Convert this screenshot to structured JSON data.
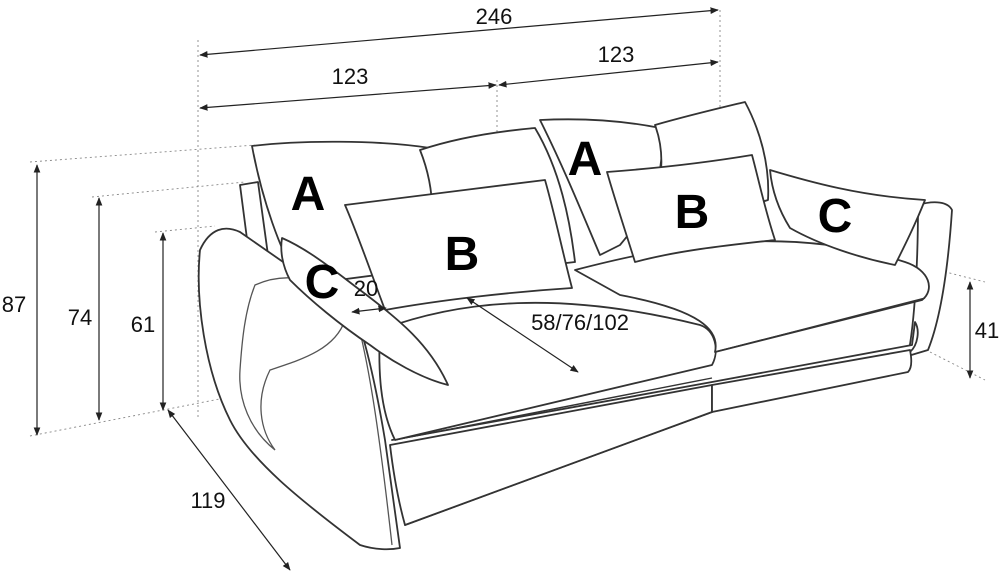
{
  "dimensions": {
    "total_width": "246",
    "left_section_width": "123",
    "right_section_width": "123",
    "total_height": "87",
    "back_height": "74",
    "arm_height": "61",
    "seat_height": "41",
    "depth": "119",
    "arm_width": "20",
    "seat_depth": "58/76/102"
  },
  "cushion_labels": {
    "back_left": "A",
    "back_right": "A",
    "pillow_left": "B",
    "pillow_right": "B",
    "side_left": "C",
    "side_right": "C"
  },
  "colors": {
    "stroke": "#333333",
    "fill": "#ffffff"
  }
}
